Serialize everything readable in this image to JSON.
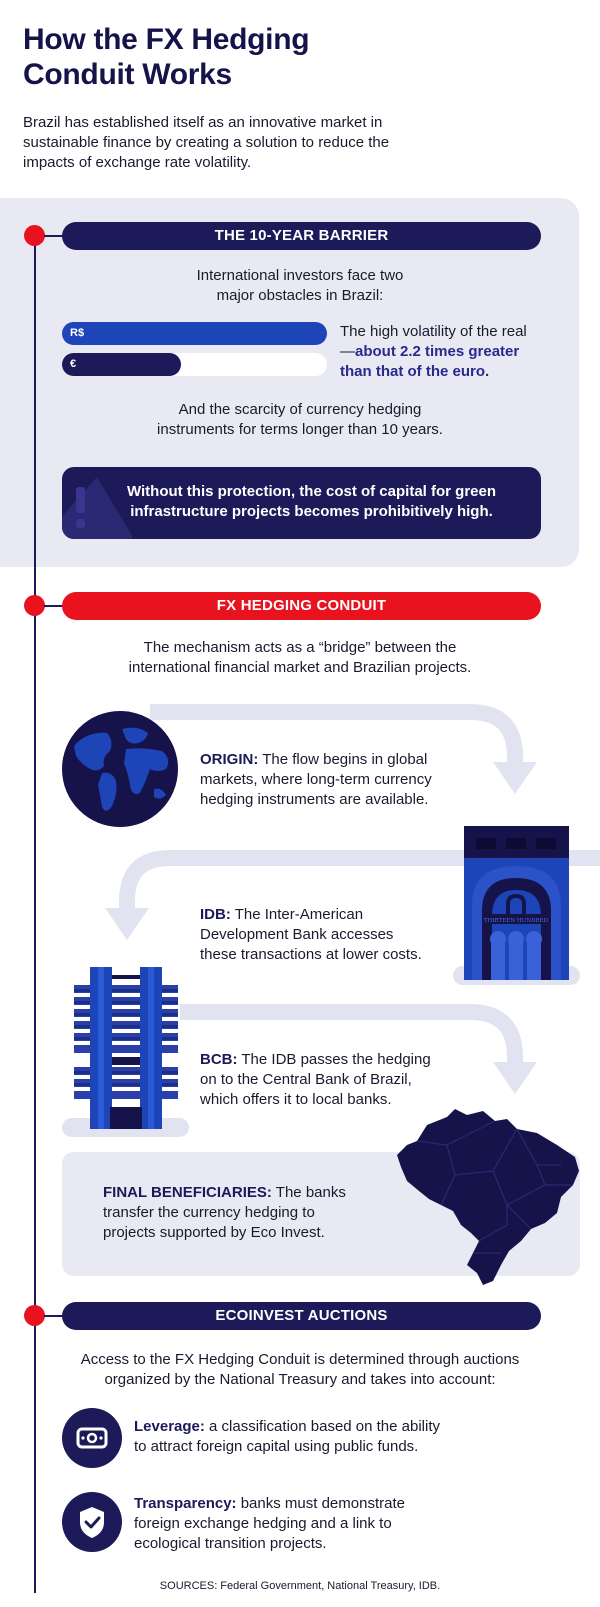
{
  "title_line1": "How the FX Hedging",
  "title_line2": "Conduit Works",
  "intro": "Brazil has established itself as an innovative market in sustainable finance by creating a solution to reduce the impacts of exchange rate volatility.",
  "barrier": {
    "header": "THE 10-YEAR BARRIER",
    "lead_line1": "International investors face two",
    "lead_line2": "major obstacles in Brazil:",
    "bar_real_label": "R$",
    "bar_euro_label": "€",
    "bar_real_fraction": 1.0,
    "bar_euro_fraction": 0.45,
    "volatility_line1": "The high volatility of the real",
    "volatility_prefix": "—",
    "volatility_highlight1": "about 2.2 times greater",
    "volatility_highlight2": "than that of the euro.",
    "scarcity_line1": "And the scarcity of currency hedging",
    "scarcity_line2": "instruments for terms longer than 10 years.",
    "warning_icon": "exclamation-icon",
    "warning_line1": "Without this protection, the cost of capital for green",
    "warning_line2": "infrastructure projects becomes prohibitively high."
  },
  "conduit": {
    "header": "FX HEDGING CONDUIT",
    "lead_line1": "The mechanism acts as a “bridge” between the",
    "lead_line2": "international financial market and Brazilian projects.",
    "origin_label": "ORIGIN:",
    "origin_text1": " The flow begins in global",
    "origin_text2": "markets, where long-term currency",
    "origin_text3": "hedging instruments are available.",
    "idb_label": "IDB:",
    "idb_text1": " The Inter-American",
    "idb_text2": "Development Bank accesses",
    "idb_text3": "these transactions at lower costs.",
    "bcb_label": "BCB:",
    "bcb_text1": " The IDB passes the hedging",
    "bcb_text2": "on to the Central Bank of Brazil,",
    "bcb_text3": "which offers it to local banks.",
    "final_label": "FINAL BENEFICIARIES:",
    "final_text1": " The banks",
    "final_text2": "transfer the currency hedging to",
    "final_text3": "projects supported by Eco Invest.",
    "building_inscription": "THIRTEEN HUNDRED"
  },
  "auctions": {
    "header": "ECOINVEST AUCTIONS",
    "lead_line1": "Access to the FX Hedging Conduit is determined through auctions",
    "lead_line2": "organized by the National Treasury and takes into account:",
    "leverage_label": "Leverage:",
    "leverage_text1": " a classification based on the ability",
    "leverage_text2": "to attract foreign capital using public funds.",
    "transparency_label": "Transparency:",
    "transparency_text1": " banks must demonstrate",
    "transparency_text2": "foreign exchange hedging and a link to",
    "transparency_text3": "ecological transition projects."
  },
  "sources": "SOURCES: Federal Government, National Treasury, IDB.",
  "colors": {
    "navy": "#1c1a59",
    "red": "#e8131f",
    "blue": "#1e45b8",
    "panel": "#e8e9f3"
  },
  "icons": [
    "globe-icon",
    "bank-building-icon",
    "central-bank-building-icon",
    "brazil-map-icon",
    "money-icon",
    "shield-check-icon"
  ]
}
